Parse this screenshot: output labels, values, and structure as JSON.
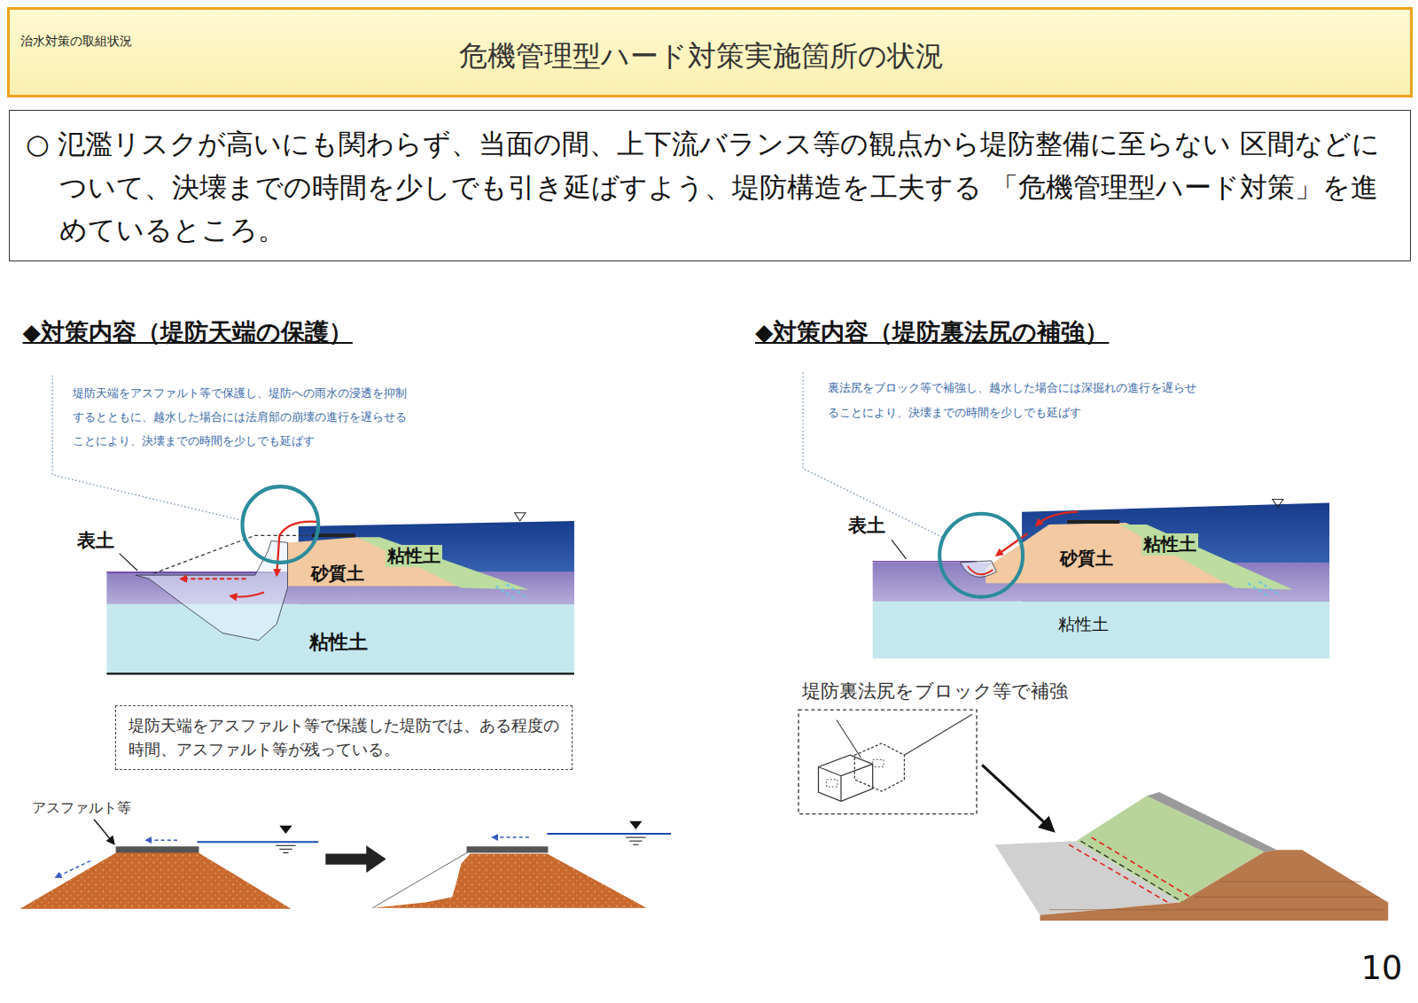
{
  "diagram": {
    "title": "危機管理型ハード対策実施箇所の状況",
    "nodes": [
      {
        "text": [
          "治水対策の取組状況"
        ]
      },
      {
        "text": [
          "○ 氾濫リスクが高いにも関わらず、当面の間、上下流バランス等の観点から堤防整備に至らない 区間などについて、決壊までの時間を少しでも引き延ばすよう、堤防構造を工夫する 「危機管理型ハード対策」を進めているところ。"
        ]
      },
      {
        "text": [
          "堤防天端をアスファルト等で保護した堤防では、ある程度の時間、アスファルト等が残っている。"
        ]
      }
    ],
    "labels": [
      "◆対策内容（堤防天端の保護）",
      "堤防天端をアスファルト等で保護し、堤防への雨水の浸透を抑制するとともに、越水した場合には法肩部の崩壊の進行を遅らせることにより、決壊までの時間を少しでも延ばす",
      "表土",
      "砂質土",
      "粘性土",
      "粘性土",
      "アスファルト等",
      "◆対策内容（堤防裏法尻の補強）",
      "裏法尻をブロック等で補強し、越水した場合には深掘れの進行を遅らせることにより、決壊までの時間を少しでも延ばす",
      "表土",
      "砂質土",
      "粘性土",
      "粘性土",
      "堤防裏法尻をブロック等で補強",
      "10"
    ]
  }
}
